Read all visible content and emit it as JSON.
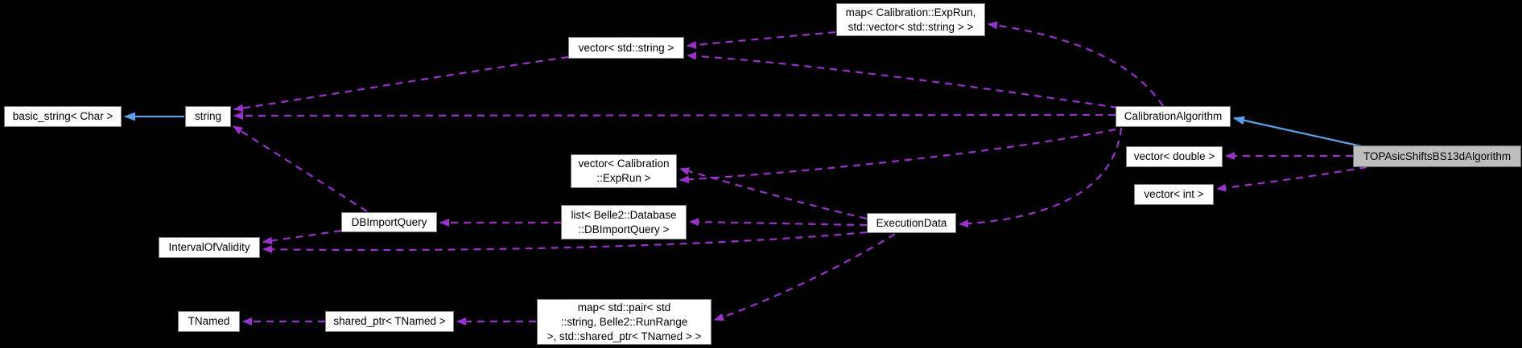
{
  "diagram": {
    "type": "doxygen-collaboration-graph",
    "background_color": "#000000",
    "colors": {
      "usage_edge": "#9a32cd",
      "inheritance_edge": "#5aa1e8",
      "node_fill": "#ffffff",
      "node_border": "#7d7d7d",
      "highlighted_node_fill": "#bebebe",
      "node_text": "#000000"
    },
    "nodes": {
      "basic_string": {
        "label": "basic_string< Char >"
      },
      "string": {
        "label": "string"
      },
      "vector_std_string": {
        "label": "vector< std::string >"
      },
      "map_exprun_vector_string": {
        "label": "map< Calibration::ExpRun,\nstd::vector< std::string > >"
      },
      "calibration_algorithm": {
        "label": "CalibrationAlgorithm"
      },
      "top_asic_shifts_bs13d_algorithm": {
        "label": "TOPAsicShiftsBS13dAlgorithm",
        "highlighted": true
      },
      "vector_double": {
        "label": "vector< double >"
      },
      "vector_int": {
        "label": "vector< int >"
      },
      "vector_calibration_exprun": {
        "label": "vector< Calibration\n::ExpRun >"
      },
      "execution_data": {
        "label": "ExecutionData"
      },
      "list_dbimportquery": {
        "label": "list< Belle2::Database\n::DBImportQuery >"
      },
      "dbimportquery": {
        "label": "DBImportQuery"
      },
      "interval_of_validity": {
        "label": "IntervalOfValidity"
      },
      "tnamed": {
        "label": "TNamed"
      },
      "shared_ptr_tnamed": {
        "label": "shared_ptr< TNamed >"
      },
      "map_pair_string_runrange_tnamed": {
        "label": "map< std::pair< std\n::string, Belle2::RunRange\n >, std::shared_ptr< TNamed > >"
      }
    },
    "edges": [
      {
        "from": "map< Calibration::ExpRun, std::vector< std::string > >",
        "to": "vector< std::string >",
        "style": "dashed-usage"
      },
      {
        "from": "CalibrationAlgorithm",
        "to": "vector< std::string >",
        "style": "dashed-usage"
      },
      {
        "from": "CalibrationAlgorithm",
        "to": "map< Calibration::ExpRun, std::vector< std::string > >",
        "style": "dashed-usage"
      },
      {
        "from": "vector< std::string >",
        "to": "string",
        "style": "dashed-usage"
      },
      {
        "from": "CalibrationAlgorithm",
        "to": "string",
        "style": "dashed-usage"
      },
      {
        "from": "DBImportQuery",
        "to": "string",
        "style": "dashed-usage"
      },
      {
        "from": "string",
        "to": "basic_string< Char >",
        "style": "solid-inheritance"
      },
      {
        "from": "TOPAsicShiftsBS13dAlgorithm",
        "to": "CalibrationAlgorithm",
        "style": "solid-inheritance"
      },
      {
        "from": "TOPAsicShiftsBS13dAlgorithm",
        "to": "vector< double >",
        "style": "dashed-usage"
      },
      {
        "from": "TOPAsicShiftsBS13dAlgorithm",
        "to": "vector< int >",
        "style": "dashed-usage"
      },
      {
        "from": "ExecutionData",
        "to": "vector< Calibration::ExpRun >",
        "style": "dashed-usage"
      },
      {
        "from": "CalibrationAlgorithm",
        "to": "vector< Calibration::ExpRun >",
        "style": "dashed-usage"
      },
      {
        "from": "ExecutionData",
        "to": "list< Belle2::Database::DBImportQuery >",
        "style": "dashed-usage"
      },
      {
        "from": "list< Belle2::Database::DBImportQuery >",
        "to": "DBImportQuery",
        "style": "dashed-usage"
      },
      {
        "from": "DBImportQuery",
        "to": "IntervalOfValidity",
        "style": "dashed-usage"
      },
      {
        "from": "ExecutionData",
        "to": "IntervalOfValidity",
        "style": "dashed-usage"
      },
      {
        "from": "CalibrationAlgorithm",
        "to": "ExecutionData",
        "style": "dashed-usage"
      },
      {
        "from": "ExecutionData",
        "to": "map< std::pair< std::string, Belle2::RunRange >, std::shared_ptr< TNamed > >",
        "style": "dashed-usage"
      },
      {
        "from": "map< std::pair< std::string, Belle2::RunRange >, std::shared_ptr< TNamed > >",
        "to": "shared_ptr< TNamed >",
        "style": "dashed-usage"
      },
      {
        "from": "shared_ptr< TNamed >",
        "to": "TNamed",
        "style": "dashed-usage"
      }
    ]
  }
}
